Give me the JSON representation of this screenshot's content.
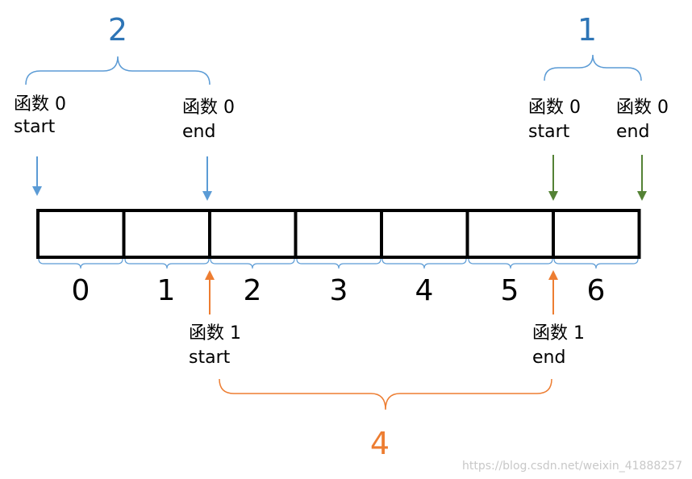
{
  "colors": {
    "blue": "#5b9bd5",
    "blue_text": "#2e75b6",
    "green": "#548235",
    "orange": "#ed7d31",
    "cell_border": "#000000"
  },
  "cells": [
    "0",
    "1",
    "2",
    "3",
    "4",
    "5",
    "6"
  ],
  "func0_start_left": {
    "line1": "函数 0",
    "line2": "start"
  },
  "func0_end_left": {
    "line1": "函数 0",
    "line2": "end"
  },
  "func0_start_right": {
    "line1": "函数 0",
    "line2": "start"
  },
  "func0_end_right": {
    "line1": "函数 0",
    "line2": "end"
  },
  "func1_start": {
    "line1": "函数 1",
    "line2": "start"
  },
  "func1_end": {
    "line1": "函数 1",
    "line2": "end"
  },
  "brace_labels": {
    "left_top": "2",
    "right_top": "1",
    "bottom": "4"
  },
  "watermark": "https://blog.csdn.net/weixin_41888257"
}
